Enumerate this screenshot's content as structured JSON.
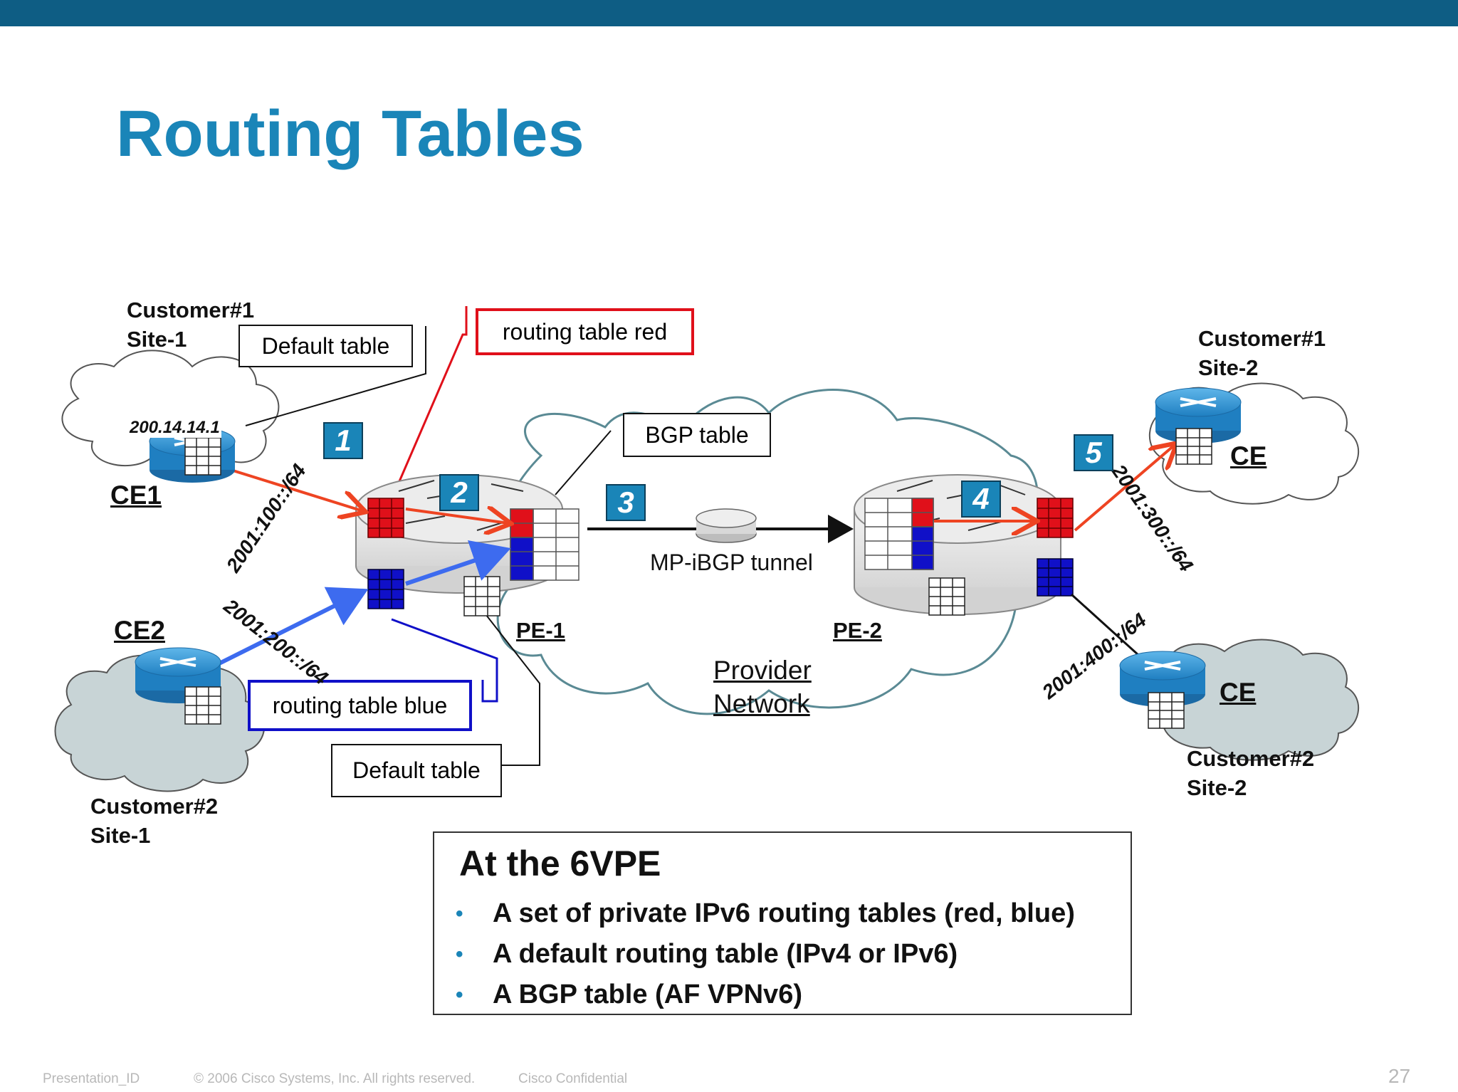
{
  "slide": {
    "title": "Routing Tables",
    "page_number": "27"
  },
  "footer": {
    "presentation_id": "Presentation_ID",
    "copyright": "© 2006 Cisco Systems, Inc. All rights reserved.",
    "confidential": "Cisco Confidential"
  },
  "sites": {
    "c1s1_line1": "Customer#1",
    "c1s1_line2": "Site-1",
    "c2s1_line1": "Customer#2",
    "c2s1_line2": "Site-1",
    "c1s2_line1": "Customer#1",
    "c1s2_line2": "Site-2",
    "c2s2_line1": "Customer#2",
    "c2s2_line2": "Site-2"
  },
  "routers": {
    "ce1": "CE1",
    "ce2": "CE2",
    "ce_right_top": "CE",
    "ce_right_bottom": "CE",
    "pe1": "PE-1",
    "pe2": "PE-2",
    "ce1_address": "200.14.14.1"
  },
  "callouts": {
    "default_table_top": "Default  table",
    "routing_table_red": "routing table red",
    "bgp_table": "BGP table",
    "routing_table_blue": "routing table blue",
    "default_table_bottom": "Default table",
    "mp_ibgp_tunnel": "MP-iBGP tunnel",
    "provider_line1": "Provider",
    "provider_line2": "Network"
  },
  "prefixes": {
    "p100": "2001:100::/64",
    "p200": "2001:200::/64",
    "p300": "2001:300::/64",
    "p400": "2001:400::/64"
  },
  "steps": [
    "1",
    "2",
    "3",
    "4",
    "5"
  ],
  "info": {
    "heading": "At the 6VPE",
    "bullets": [
      "A set of private IPv6 routing tables (red, blue)",
      "A default routing table (IPv4 or IPv6)",
      "A BGP table (AF VPNv6)"
    ]
  },
  "colors": {
    "title_blue": "#1a85b8",
    "top_bar": "#0e5d84",
    "red_table": "#e0101a",
    "blue_table": "#1010c8",
    "red_arrow": "#ee4422",
    "blue_arrow": "#3d6bef",
    "router_blue": "#2f8fd0"
  }
}
